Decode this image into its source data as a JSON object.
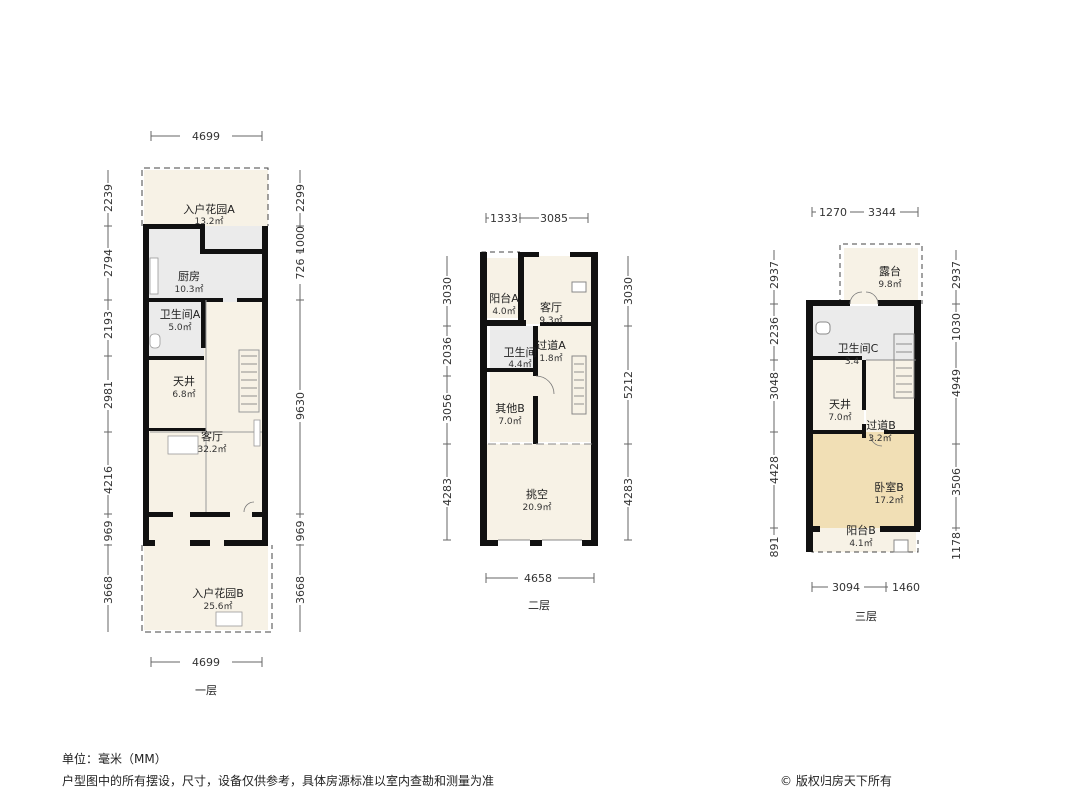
{
  "floors": {
    "f1": {
      "caption": "一层",
      "rooms": {
        "garden_a": {
          "name": "入户花园A",
          "area": "13.2㎡"
        },
        "kitchen": {
          "name": "厨房",
          "area": "10.3㎡"
        },
        "bath_a": {
          "name": "卫生间A",
          "area": "5.0㎡"
        },
        "lightwell": {
          "name": "天井",
          "area": "6.8㎡"
        },
        "living": {
          "name": "客厅",
          "area": "32.2㎡"
        },
        "garden_b": {
          "name": "入户花园B",
          "area": "25.6㎡"
        }
      },
      "dims": {
        "top": "4699",
        "bottom": "4699",
        "left": [
          "2239",
          "2794",
          "2193",
          "2981",
          "4216",
          "969",
          "3668"
        ],
        "right": [
          "2299",
          "1000",
          "726",
          "9630",
          "969",
          "3668"
        ]
      }
    },
    "f2": {
      "caption": "二层",
      "rooms": {
        "balcony_a": {
          "name": "阳台A",
          "area": "4.0㎡"
        },
        "living": {
          "name": "客厅",
          "area": "9.3㎡"
        },
        "bath": {
          "name": "卫生间",
          "area": "4.4㎡"
        },
        "hall_a": {
          "name": "过道A",
          "area": "1.8㎡"
        },
        "other_b": {
          "name": "其他B",
          "area": "7.0㎡"
        },
        "void": {
          "name": "挑空",
          "area": "20.9㎡"
        }
      },
      "dims": {
        "top": [
          "1333",
          "3085"
        ],
        "bottom": "4658",
        "left": [
          "3030",
          "2036",
          "3056",
          "4283"
        ],
        "right": [
          "3030",
          "5212",
          "4283"
        ]
      }
    },
    "f3": {
      "caption": "三层",
      "rooms": {
        "terrace": {
          "name": "露台",
          "area": "9.8㎡"
        },
        "bath_c": {
          "name": "卫生间C",
          "area": "3.4"
        },
        "lightwell": {
          "name": "天井",
          "area": "7.0㎡"
        },
        "hall_b": {
          "name": "过道B",
          "area": "3.2㎡"
        },
        "bedroom_b": {
          "name": "卧室B",
          "area": "17.2㎡"
        },
        "balcony_b": {
          "name": "阳台B",
          "area": "4.1㎡"
        }
      },
      "dims": {
        "top": [
          "1270",
          "3344"
        ],
        "bottom": [
          "3094",
          "1460"
        ],
        "left": [
          "2937",
          "2236",
          "3048",
          "4428",
          "891"
        ],
        "right": [
          "2937",
          "1030",
          "4949",
          "3506",
          "1178"
        ]
      }
    }
  },
  "footer": {
    "unit": "单位：毫米（MM）",
    "disclaimer": "户型图中的所有摆设，尺寸，设备仅供参考，具体房源标准以室内查勘和测量为准",
    "copyright": "© 版权归房天下所有"
  },
  "colors": {
    "wall": "#111111",
    "floor": "#f7f2e6",
    "wet": "#e9e9e9",
    "bedroom": "#f1dfb5",
    "dim_line": "#666666"
  }
}
